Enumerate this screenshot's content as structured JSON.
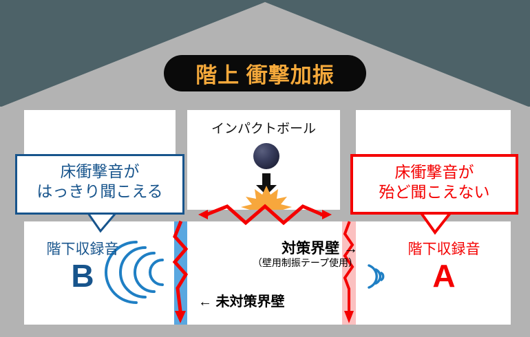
{
  "title": {
    "text": "階上 衝撃加振",
    "color": "#f5a93b",
    "bg": "#0a0a0a"
  },
  "upper_floor": {
    "impact_ball_label": "インパクトボール",
    "icons": {
      "ball": "impact-ball",
      "arrow": "down-arrow-icon",
      "burst": "starburst-icon"
    }
  },
  "callouts": {
    "left": {
      "text": "床衝撃音が\nはっきり聞こえる",
      "color": "#17548c"
    },
    "right": {
      "text": "床衝撃音が\n殆ど聞こえない",
      "color": "#f40000"
    }
  },
  "lower_floor": {
    "room_b": {
      "caption": "階下収録音",
      "letter": "B",
      "color": "#17548c"
    },
    "room_a": {
      "caption": "階下収録音",
      "letter": "A",
      "color": "#f40000"
    }
  },
  "annotations": {
    "treated_wall": "対策界壁 →",
    "treated_wall_sub": "（壁用制振テープ使用）",
    "untreated_wall": "← 未対策界壁"
  },
  "colors": {
    "background": "#4d6268",
    "house": "#b3b3b3",
    "room": "#ffffff",
    "wall_untreated": "#59a7e0",
    "wall_treated": "#fbc0c0",
    "vibration": "#f40000",
    "sound_wave": "#1f7fc4",
    "accent_orange": "#f5a93b"
  }
}
